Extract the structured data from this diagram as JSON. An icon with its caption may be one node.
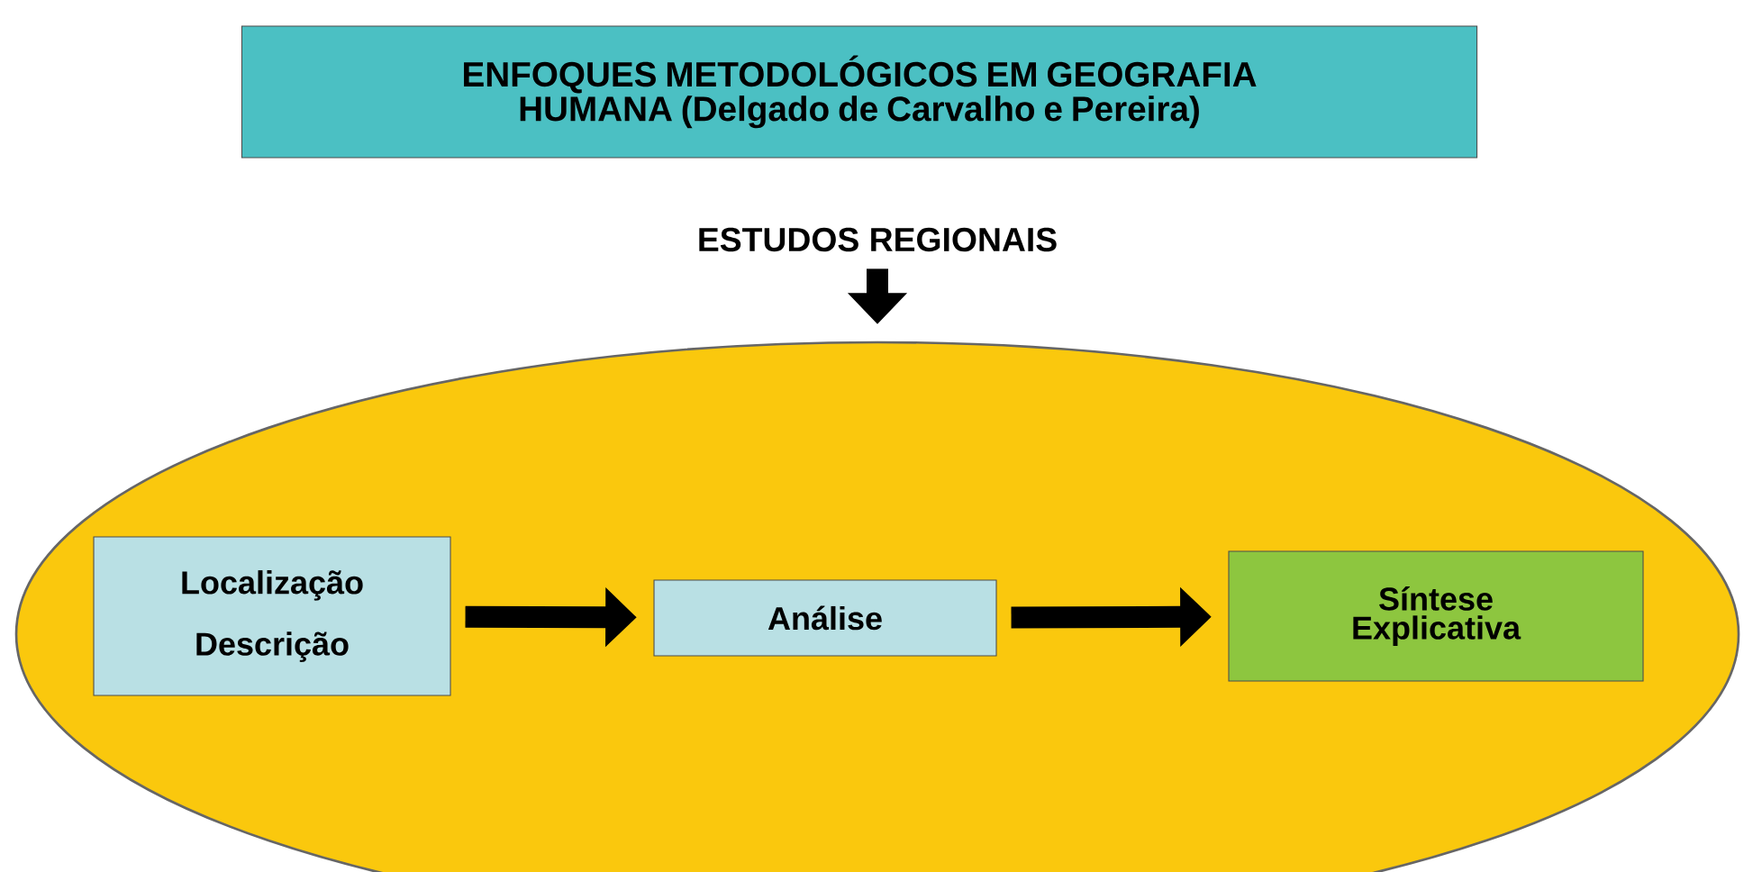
{
  "diagram": {
    "nodes": [
      {
        "text": [
          "ENFOQUES METODOLÓGICOS EM GEOGRAFIA HUMANA (Delgado de Carvalho e Pereira)"
        ]
      },
      {
        "text": [
          "ESTUDOS REGIONAIS"
        ]
      },
      {
        "text": [],
        "shape": "ellipse"
      },
      {
        "text": [
          "Localização",
          "Descrição"
        ],
        "in": 2
      },
      {
        "text": [
          "Análise"
        ],
        "in": 2
      },
      {
        "text": [
          "Síntese Explicativa"
        ],
        "in": 2
      }
    ],
    "edges": [
      {
        "from": 1,
        "to": 2,
        "arrow": "to"
      },
      {
        "from": 3,
        "to": 4,
        "arrow": "to"
      },
      {
        "from": 4,
        "to": 5,
        "arrow": "to"
      }
    ]
  }
}
